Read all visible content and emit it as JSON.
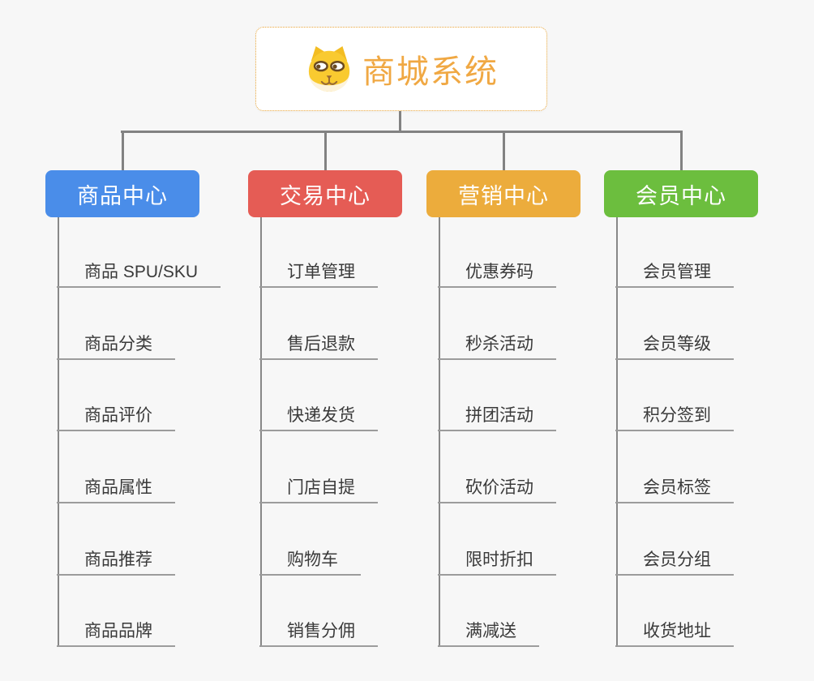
{
  "page": {
    "background_color": "#f7f7f7",
    "connector_color": "#828282"
  },
  "root": {
    "title": "商城系统",
    "icon": "dog-face-icon",
    "accent_color": "#f0a843",
    "border_color": "#e9a63a"
  },
  "branches": [
    {
      "id": "product-center",
      "label": "商品中心",
      "color": "#4a8de9",
      "items": [
        "商品 SPU/SKU",
        "商品分类",
        "商品评价",
        "商品属性",
        "商品推荐",
        "商品品牌"
      ]
    },
    {
      "id": "trade-center",
      "label": "交易中心",
      "color": "#e55c55",
      "items": [
        "订单管理",
        "售后退款",
        "快递发货",
        "门店自提",
        "购物车",
        "销售分佣"
      ]
    },
    {
      "id": "marketing-center",
      "label": "营销中心",
      "color": "#ecac3c",
      "items": [
        "优惠券码",
        "秒杀活动",
        "拼团活动",
        "砍价活动",
        "限时折扣",
        "满减送"
      ]
    },
    {
      "id": "member-center",
      "label": "会员中心",
      "color": "#6cbe3e",
      "items": [
        "会员管理",
        "会员等级",
        "积分签到",
        "会员标签",
        "会员分组",
        "收货地址"
      ]
    }
  ]
}
